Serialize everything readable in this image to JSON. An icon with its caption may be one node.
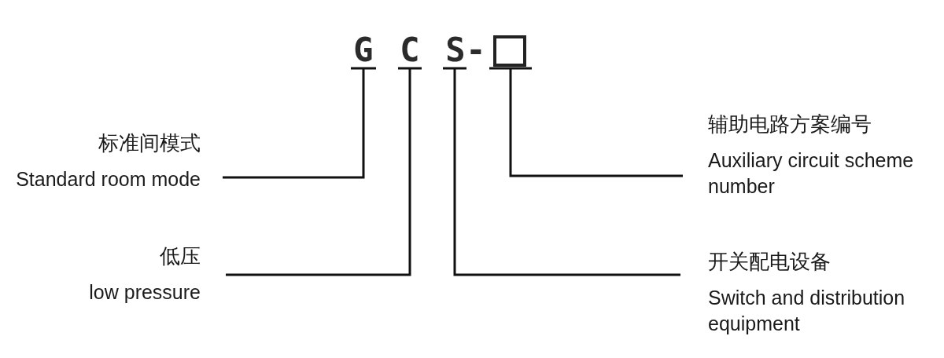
{
  "diagram": {
    "nodes": [
      {
        "text": [
          "G"
        ]
      },
      {
        "text": [
          "C"
        ]
      },
      {
        "text": [
          "S"
        ]
      },
      {
        "text": [],
        "shape": "box"
      },
      {
        "text": [
          "标准间模式",
          "Standard room mode"
        ]
      },
      {
        "text": [
          "辅助电路方案编号",
          "Auxiliary circuit scheme number"
        ]
      },
      {
        "text": [
          "低压",
          "low pressure"
        ]
      },
      {
        "text": [
          "开关配电设备",
          "Switch and distribution equipment"
        ]
      }
    ],
    "edges": [
      {
        "from": 4,
        "to": 0,
        "arrow": "other"
      },
      {
        "from": 6,
        "to": 1,
        "arrow": "other"
      },
      {
        "from": 7,
        "to": 2,
        "arrow": "other"
      },
      {
        "from": 5,
        "to": 3,
        "arrow": "other"
      }
    ],
    "labels": [
      "-"
    ]
  }
}
